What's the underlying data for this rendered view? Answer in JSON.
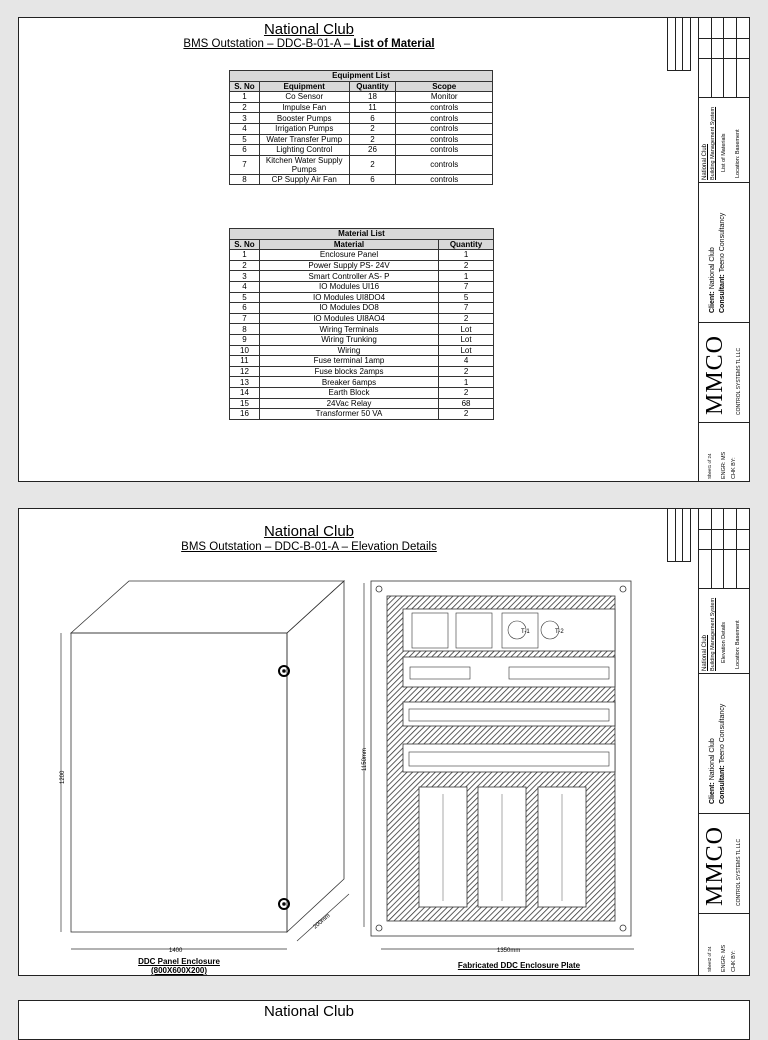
{
  "sheet1": {
    "title": "National Club",
    "subtitle_prefix": "BMS Outstation – DDC-B-01-A – ",
    "subtitle_bold": "List of Material",
    "equipment_list": {
      "caption": "Equipment List",
      "headers": [
        "S. No",
        "Equipment",
        "Quantity",
        "Scope"
      ],
      "rows": [
        [
          "1",
          "Co Sensor",
          "18",
          "Monitor"
        ],
        [
          "2",
          "Impulse Fan",
          "11",
          "controls"
        ],
        [
          "3",
          "Booster Pumps",
          "6",
          "controls"
        ],
        [
          "4",
          "Irrigation Pumps",
          "2",
          "controls"
        ],
        [
          "5",
          "Water Transfer Pump",
          "2",
          "controls"
        ],
        [
          "6",
          "Lighting Control",
          "26",
          "controls"
        ],
        [
          "7",
          "Kitchen Water Supply Pumps",
          "2",
          "controls"
        ],
        [
          "8",
          "CP Supply  Air Fan",
          "6",
          "controls"
        ]
      ]
    },
    "material_list": {
      "caption": "Material List",
      "headers": [
        "S. No",
        "Material",
        "Quantity"
      ],
      "rows": [
        [
          "1",
          "Enclosure Panel",
          "1"
        ],
        [
          "2",
          "Power Supply PS- 24V",
          "2"
        ],
        [
          "3",
          "Smart Controller AS- P",
          "1"
        ],
        [
          "4",
          "IO Modules UI16",
          "7"
        ],
        [
          "5",
          "IO Modules UI8DO4",
          "5"
        ],
        [
          "6",
          "IO Modules DO8",
          "7"
        ],
        [
          "7",
          "IO Modules UI8AO4",
          "2"
        ],
        [
          "8",
          "Wiring Terminals",
          "Lot"
        ],
        [
          "9",
          "Wiring Trunking",
          "Lot"
        ],
        [
          "10",
          "Wiring",
          "Lot"
        ],
        [
          "11",
          "Fuse terminal 1amp",
          "4"
        ],
        [
          "12",
          "Fuse blocks 2amps",
          "2"
        ],
        [
          "13",
          "Breaker 6amps",
          "1"
        ],
        [
          "14",
          "Earth Block",
          "2"
        ],
        [
          "15",
          "24Vac Relay",
          "68"
        ],
        [
          "16",
          "Transformer 50 VA",
          "2"
        ]
      ]
    },
    "titleblock": {
      "project": "National Club",
      "system": "Building Management System",
      "drawing": "List of Materials",
      "location": "Location: Basement",
      "client_label": "Client:",
      "client": "National Club",
      "consultant_label": "Consultant:",
      "consultant": "Teeno Consultancy",
      "logo": "MMCO",
      "company": "CONTROL SYSTEMS TL LLC",
      "sheet": "Sheet1 of 24",
      "engr": "ENGR: MS",
      "chk": "CHK BY:"
    }
  },
  "sheet2": {
    "title": "National Club",
    "subtitle": "BMS Outstation – DDC-B-01-A – Elevation Details",
    "dim_width": "1400",
    "dim_height": "1200",
    "dim_depth": "200mm",
    "dim_plate_height": "1150mm",
    "dim_plate_width": "1350mm",
    "caption_left_1": "DDC Panel Enclosure",
    "caption_left_2": "(800X600X200)",
    "caption_right": "Fabricated DDC Enclosure Plate",
    "transformer_1": "T-1",
    "transformer_2": "T-2",
    "titleblock": {
      "project": "National Club",
      "system": "Building Management System",
      "drawing": "Elevation Details",
      "location": "Location: Basement",
      "client_label": "Client:",
      "client": "National Club",
      "consultant_label": "Consultant:",
      "consultant": "Teeno Consultancy",
      "logo": "MMCO",
      "company": "CONTROL SYSTEMS TL LLC",
      "sheet": "Sheet2 of 24",
      "engr": "ENGR: MS",
      "chk": "CHK BY:"
    }
  },
  "sheet3": {
    "title": "National Club"
  }
}
